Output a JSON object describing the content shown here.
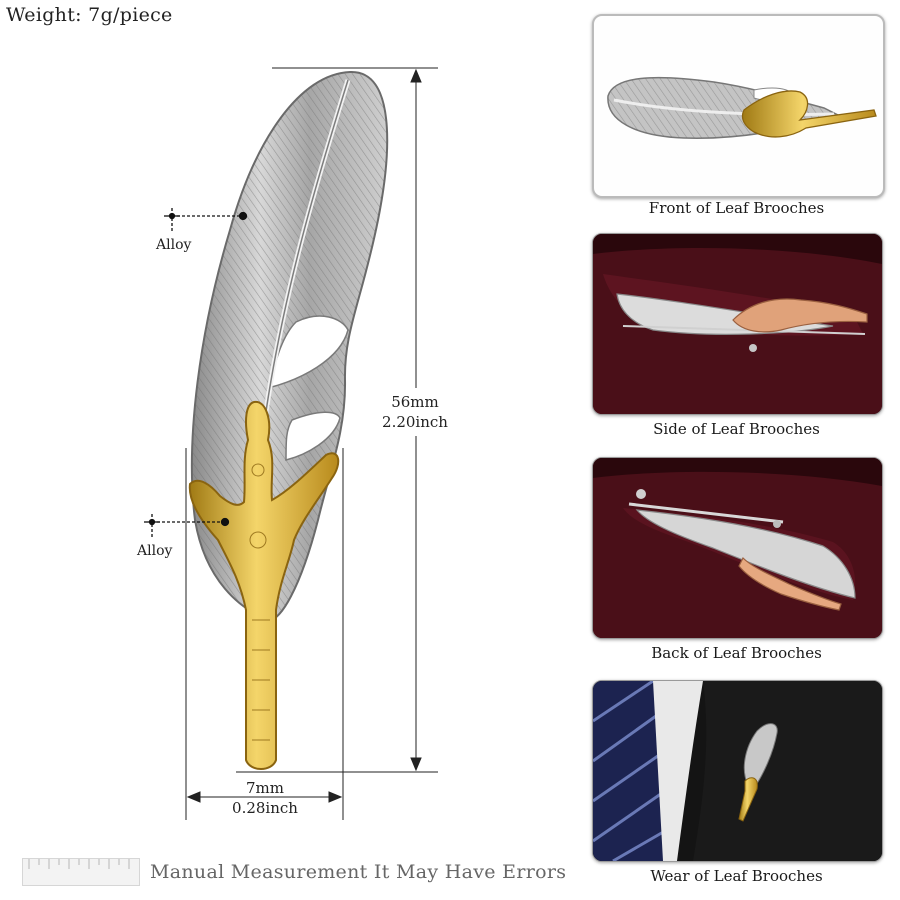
{
  "header": {
    "weight": "Weight: 7g/piece"
  },
  "dimensions": {
    "height_mm": "56mm",
    "height_inch": "2.20inch",
    "width_mm": "7mm",
    "width_inch": "0.28inch"
  },
  "materials": {
    "top_label": "Alloy",
    "bottom_label": "Alloy"
  },
  "panels": [
    {
      "caption": "Front of Leaf Brooches"
    },
    {
      "caption": "Side of Leaf Brooches"
    },
    {
      "caption": "Back of Leaf Brooches"
    },
    {
      "caption": "Wear of Leaf Brooches"
    }
  ],
  "footer": {
    "disclaimer": "Manual Measurement  It May Have Errors"
  },
  "colors": {
    "silver": "#b9b9b9",
    "gold": "#d9b23a",
    "velvet": "#5a1220",
    "suit": "#141414"
  },
  "icons": [
    "ruler-icon"
  ]
}
